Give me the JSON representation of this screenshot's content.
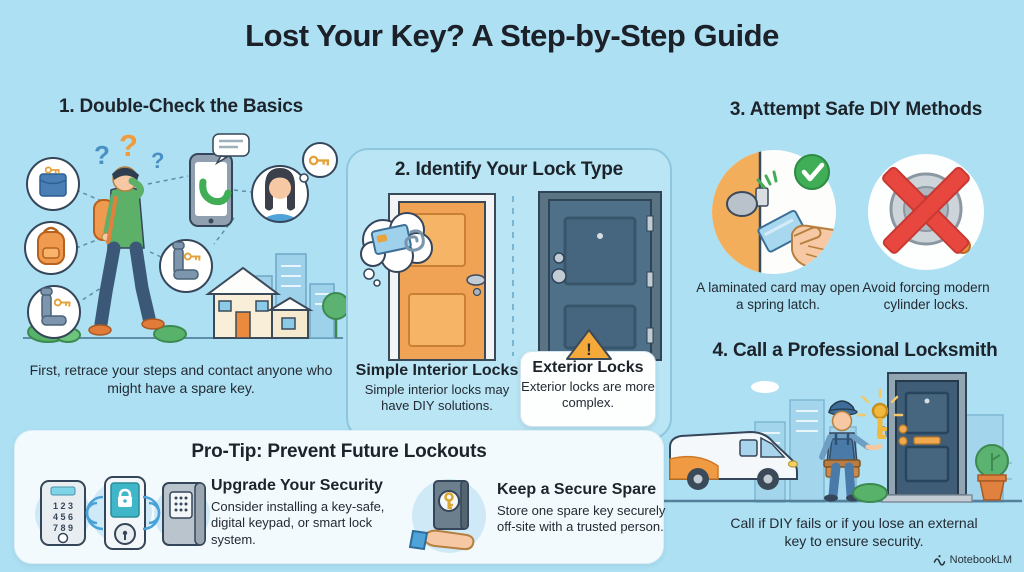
{
  "title": "Lost Your Key? A Step-by-Step Guide",
  "watermark": {
    "brand": "NotebookLM"
  },
  "icons": {
    "question_marks": [
      "?",
      "?",
      "?"
    ],
    "warning_exclamation": "!"
  },
  "colors": {
    "background": "#ACE0F2",
    "panel": "#B9E5F4",
    "card": "#FDFEFE",
    "text": "#1D232B",
    "accent_orange": "#F0A355",
    "door_dark": "#4F7089",
    "success_green": "#3FAE57",
    "danger_red": "#E8473F"
  },
  "sections": {
    "step1": {
      "heading": "1. Double-Check the Basics",
      "caption": "First, retrace your steps and contact anyone who might have a spare key."
    },
    "step2": {
      "heading": "2. Identify Your Lock Type",
      "interior": {
        "label": "Simple Interior Locks",
        "caption": "Simple interior locks may have DIY solutions."
      },
      "exterior": {
        "label": "Exterior Locks",
        "caption": "Exterior locks are more complex."
      }
    },
    "step3": {
      "heading": "3. Attempt Safe DIY Methods",
      "do_caption": "A laminated card may open a spring latch.",
      "dont_caption": "Avoid forcing modern cylinder locks."
    },
    "step4": {
      "heading": "4. Call a Professional Locksmith",
      "caption": "Call if DIY fails or if you lose an external key to ensure security."
    },
    "protip": {
      "heading": "Pro-Tip: Prevent Future Lockouts",
      "keypad_rows": [
        "1 2 3",
        "4 5 6",
        "7 8 9"
      ],
      "upgrade": {
        "title": "Upgrade Your Security",
        "caption": "Consider installing a key-safe, digital keypad, or smart lock system."
      },
      "spare": {
        "title": "Keep a Secure Spare",
        "caption": "Store one spare key securely off-site with a trusted person."
      }
    }
  }
}
